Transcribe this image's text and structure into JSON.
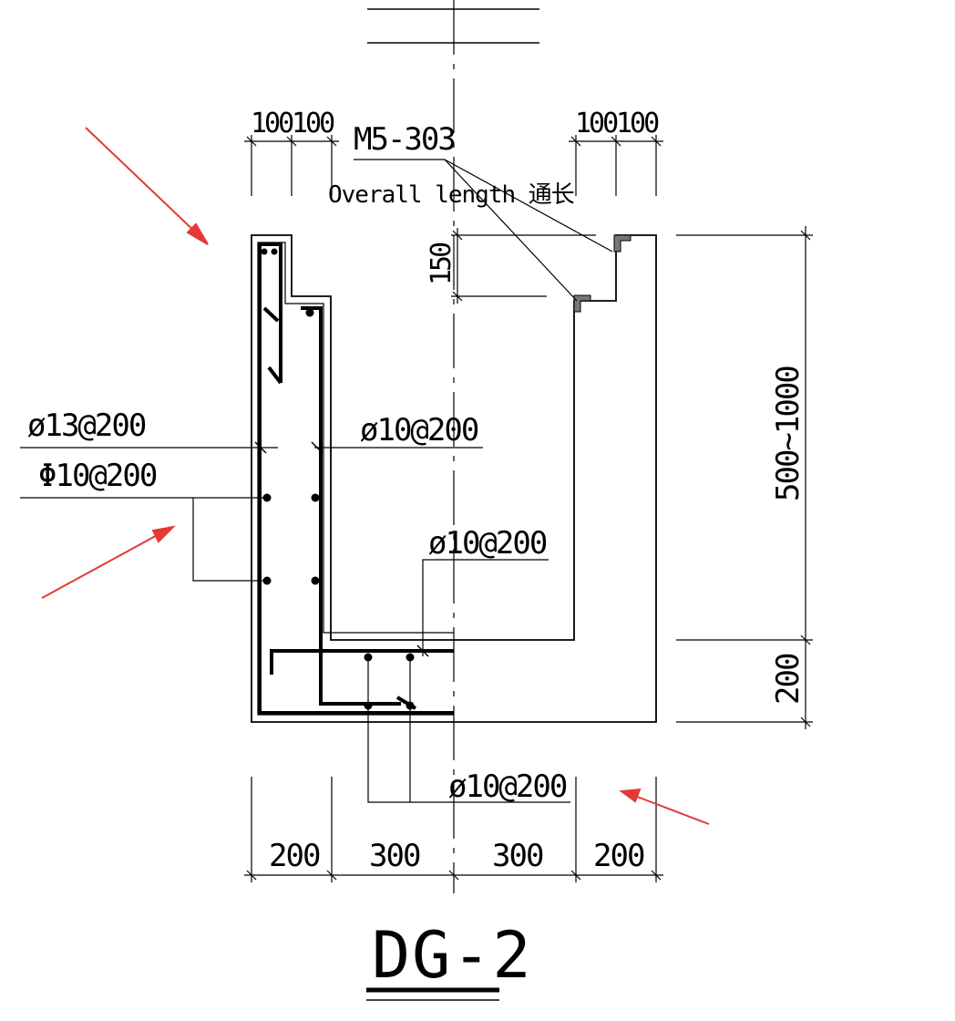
{
  "drawing": {
    "title": "DG-2",
    "anchor_label": "M5-303",
    "anchor_note": "Overall length 通长",
    "rebar_outer": "ø13@200",
    "rebar_distribution": "Φ10@200",
    "rebar_inner": "ø10@200",
    "rebar_bottom_top": "ø10@200",
    "rebar_bottom": "ø10@200",
    "top_dims_left": [
      "100",
      "100"
    ],
    "top_dims_right": [
      "100",
      "100"
    ],
    "bottom_dims": [
      "200",
      "300",
      "300",
      "200"
    ],
    "height_main": "500~1000",
    "height_base": "200",
    "curb_height": "150"
  },
  "colors": {
    "annotation_arrow": "#e53935",
    "line": "#000000"
  }
}
